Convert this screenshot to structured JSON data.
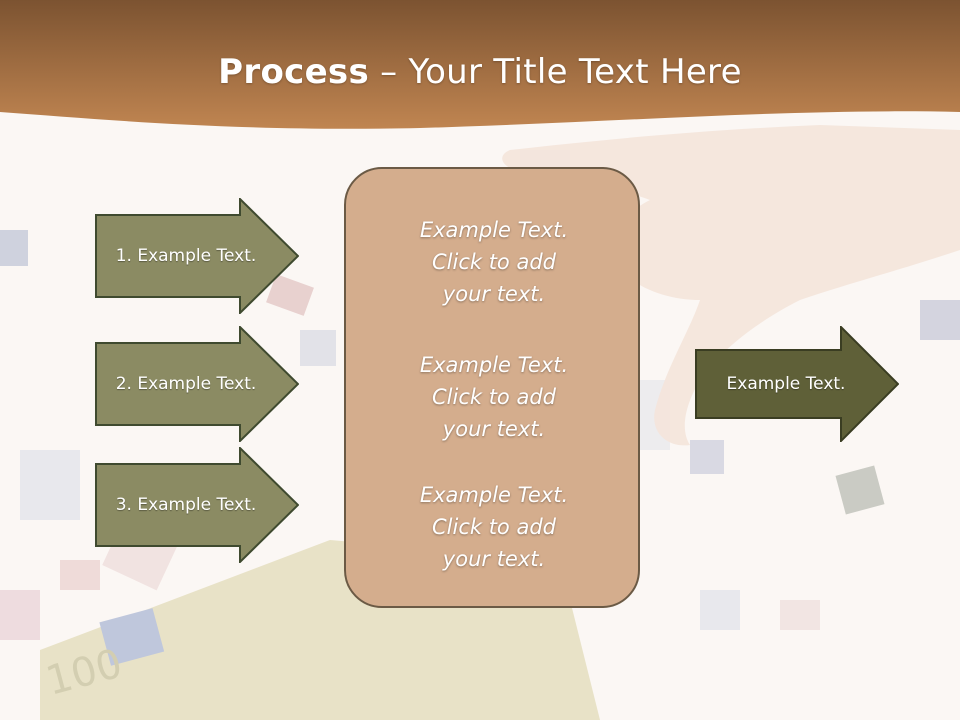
{
  "slide": {
    "title_bold": "Process",
    "title_rest": " – Your Title Text Here"
  },
  "steps": [
    {
      "label": "1. Example Text."
    },
    {
      "label": "2. Example Text."
    },
    {
      "label": "3. Example Text."
    }
  ],
  "center_blocks": [
    {
      "lines": [
        "Example Text.",
        "Click  to add",
        "your text."
      ]
    },
    {
      "lines": [
        "Example Text.",
        "Click  to add",
        "your text."
      ]
    },
    {
      "lines": [
        "Example Text.",
        "Click  to add",
        "your text."
      ]
    }
  ],
  "output": {
    "label": "Example Text."
  },
  "colors": {
    "header_brown": "#9b6a3c",
    "step_arrow": "#8b8b63",
    "output_arrow": "#5f6038",
    "center_fill": "#d4ad8d"
  }
}
